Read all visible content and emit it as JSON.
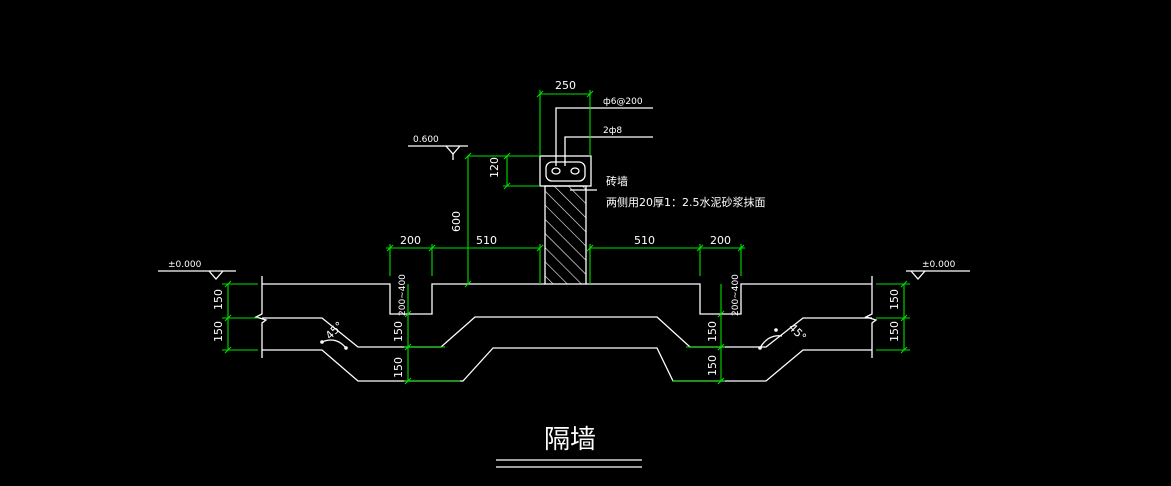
{
  "drawing": {
    "title": "隔墙",
    "colors": {
      "background": "#000000",
      "lines": "#ffffff",
      "dimensions": "#00e000"
    },
    "beam": {
      "width_dim": "250",
      "stirrup_note": "ф6@200",
      "bar_note": "2ф8",
      "height_dim_top": "120",
      "height_dim_total": "600"
    },
    "wall_note_1": "砖墙",
    "wall_note_2": "两侧用20厚1：2.5水泥砂浆抹面",
    "elevations": {
      "top": "0.600",
      "left": "±0.000",
      "right": "±0.000"
    },
    "dims": {
      "left_200": "200",
      "left_510": "510",
      "right_510": "510",
      "right_200": "200",
      "left_150_a": "150",
      "left_150_b": "150",
      "right_150_a": "150",
      "right_150_b": "150",
      "inner_left_150_a": "150",
      "inner_left_150_b": "150",
      "inner_right_150_a": "150",
      "inner_right_150_b": "150",
      "groove_left": "200~400",
      "groove_right": "200~400",
      "angle_left": "45°",
      "angle_right": "45°"
    }
  }
}
